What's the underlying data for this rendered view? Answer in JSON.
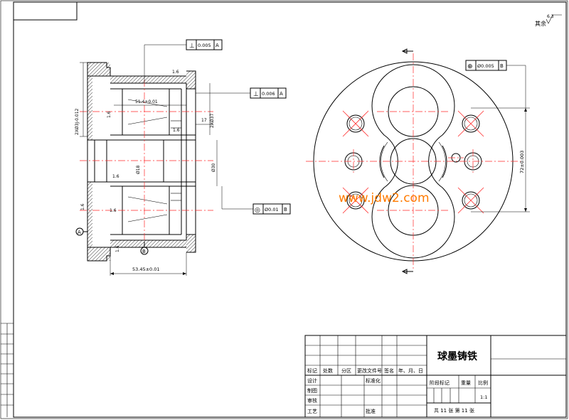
{
  "roughness": {
    "note": "其余",
    "value": "6.3"
  },
  "tolerances": {
    "perp_top": {
      "symbol": "⊥",
      "value": "0.005",
      "datum": "A"
    },
    "perp_mid": {
      "symbol": "⊥",
      "value": "0.006",
      "datum": "A"
    },
    "coax": {
      "symbol": "◎",
      "value": "Ø0.01",
      "datum": "B"
    },
    "pos": {
      "symbol": "⊕",
      "value": "Ø0.005",
      "datum": "B"
    }
  },
  "dims": {
    "d_left": "2XØ3J-0.012",
    "len_inner": "51.4±0.01",
    "d_37": "2XØ37",
    "len_17": "17",
    "bore_18": "Ø18",
    "d_30": "Ø30",
    "len_total": "53.45±0.01",
    "pitch": "72±0.003"
  },
  "surface_marks": {
    "r16": "1.6"
  },
  "datums": {
    "a": "A",
    "b": "B"
  },
  "watermark": "www.jdw2.com",
  "title_block": {
    "material": "球墨铸铁",
    "h_mark": "标记",
    "h_count": "处数",
    "h_zone": "分区",
    "h_docno": "更改文件号",
    "h_sign": "签名",
    "h_date": "年、月、日",
    "r_design": "设计",
    "r_standard": "标准化",
    "r_draw": "制图",
    "r_check": "审核",
    "r_process": "工艺",
    "r_approve": "批准",
    "stage": "阶段标记",
    "weight": "重量",
    "scale": "比例",
    "scale_val": "1:1",
    "sheets": "共 11 张 第 11 张"
  }
}
